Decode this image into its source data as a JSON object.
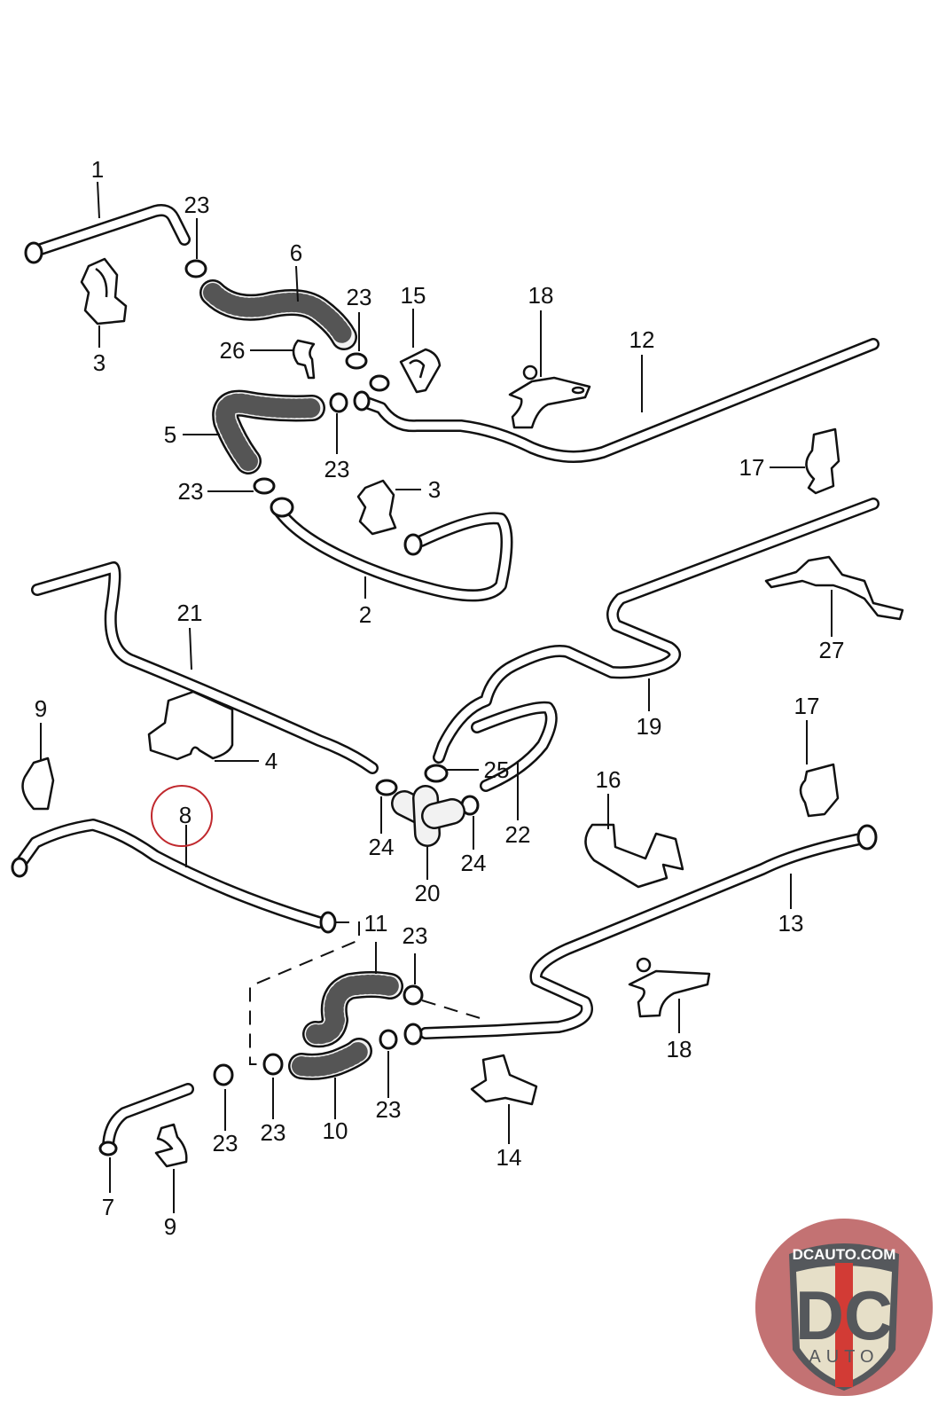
{
  "diagram": {
    "title": "Coolant pipes and hoses exploded parts diagram",
    "highlighted_part": "8",
    "highlight_color": "#c0282d",
    "callouts": [
      {
        "id": "c1",
        "label": "1"
      },
      {
        "id": "c23a",
        "label": "23"
      },
      {
        "id": "c6",
        "label": "6"
      },
      {
        "id": "c3a",
        "label": "3"
      },
      {
        "id": "c26",
        "label": "26"
      },
      {
        "id": "c23b",
        "label": "23"
      },
      {
        "id": "c15",
        "label": "15"
      },
      {
        "id": "c18a",
        "label": "18"
      },
      {
        "id": "c12",
        "label": "12"
      },
      {
        "id": "c5",
        "label": "5"
      },
      {
        "id": "c23c",
        "label": "23"
      },
      {
        "id": "c17a",
        "label": "17"
      },
      {
        "id": "c23d",
        "label": "23"
      },
      {
        "id": "c3b",
        "label": "3"
      },
      {
        "id": "c2",
        "label": "2"
      },
      {
        "id": "c21",
        "label": "21"
      },
      {
        "id": "c27",
        "label": "27"
      },
      {
        "id": "c19",
        "label": "19"
      },
      {
        "id": "c9a",
        "label": "9"
      },
      {
        "id": "c4",
        "label": "4"
      },
      {
        "id": "c17b",
        "label": "17"
      },
      {
        "id": "c25",
        "label": "25"
      },
      {
        "id": "c8",
        "label": "8"
      },
      {
        "id": "c16",
        "label": "16"
      },
      {
        "id": "c24a",
        "label": "24"
      },
      {
        "id": "c24b",
        "label": "24"
      },
      {
        "id": "c22",
        "label": "22"
      },
      {
        "id": "c20",
        "label": "20"
      },
      {
        "id": "c13",
        "label": "13"
      },
      {
        "id": "c11",
        "label": "11"
      },
      {
        "id": "c23e",
        "label": "23"
      },
      {
        "id": "c18b",
        "label": "18"
      },
      {
        "id": "c23f",
        "label": "23"
      },
      {
        "id": "c23g",
        "label": "23"
      },
      {
        "id": "c23h",
        "label": "23"
      },
      {
        "id": "c10",
        "label": "10"
      },
      {
        "id": "c14",
        "label": "14"
      },
      {
        "id": "c7",
        "label": "7"
      },
      {
        "id": "c9b",
        "label": "9"
      }
    ]
  },
  "logo": {
    "top_text": "DCAUTO.COM",
    "main_text": "DC",
    "sub_text": "AUTO",
    "colors": {
      "bg": "#c9787a",
      "shield": "#e6dfc8",
      "dark": "#55585c",
      "red": "#d23b35"
    }
  }
}
